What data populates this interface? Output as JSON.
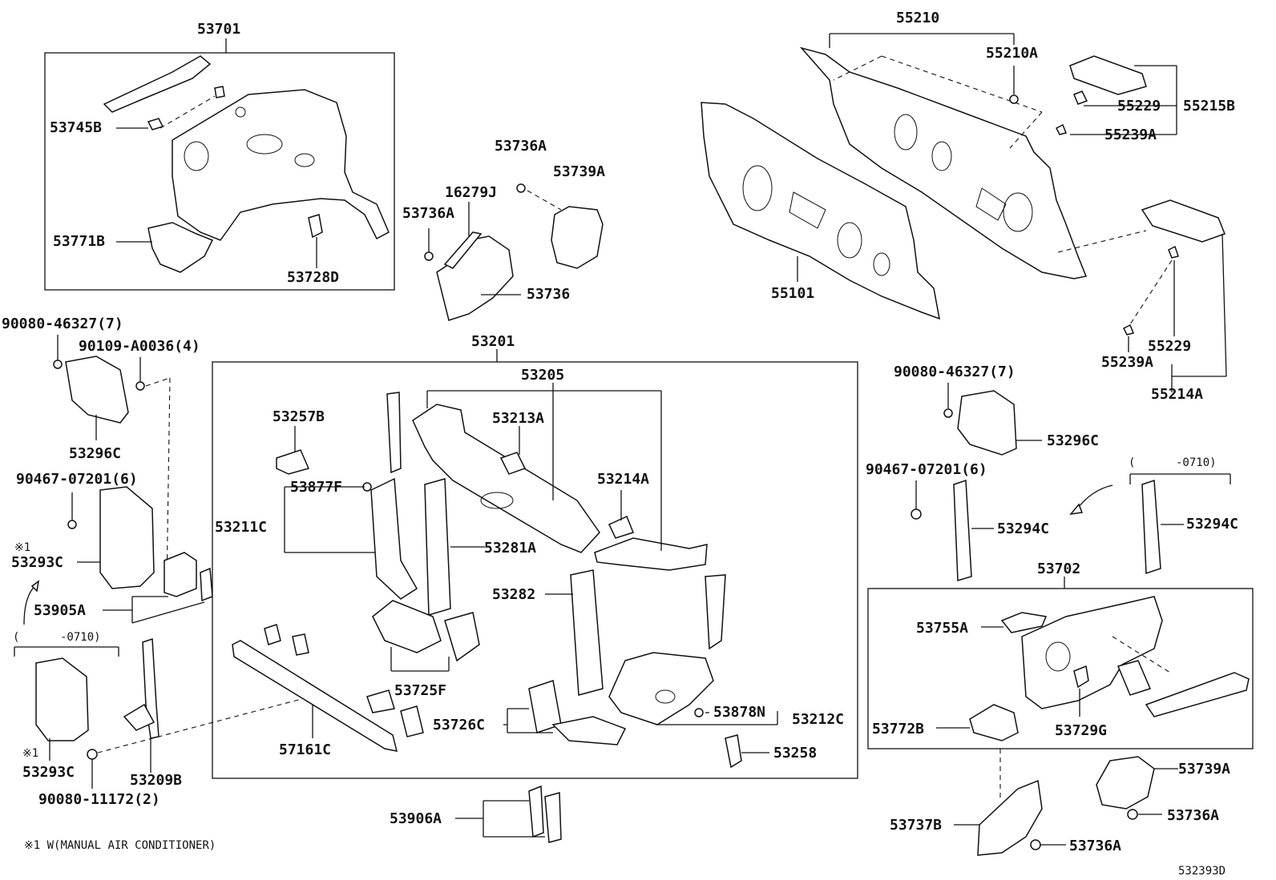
{
  "labels": {
    "p53701": "53701",
    "p53745B": "53745B",
    "p53771B": "53771B",
    "p53728D": "53728D",
    "p53736A_1": "53736A",
    "p16279J": "16279J",
    "p53736A_2": "53736A",
    "p53739A_1": "53739A",
    "p53736": "53736",
    "p55210": "55210",
    "p55210A": "55210A",
    "p55229_1": "55229",
    "p55215B": "55215B",
    "p55239A_1": "55239A",
    "p55101": "55101",
    "p55229_2": "55229",
    "p55239A_2": "55239A",
    "p55214A": "55214A",
    "p90080_46327_L": "90080-46327(7)",
    "p90109_A0036": "90109-A0036(4)",
    "p53296C_L": "53296C",
    "p90467_07201_L": "90467-07201(6)",
    "p53293C_1": "53293C",
    "p53905A": "53905A",
    "p53293C_2": "53293C",
    "p90080_11172": "90080-11172(2)",
    "p53209B": "53209B",
    "p53201": "53201",
    "p53205": "53205",
    "p53257B": "53257B",
    "p53213A": "53213A",
    "p53877F": "53877F",
    "p53214A": "53214A",
    "p53211C": "53211C",
    "p53281A": "53281A",
    "p53282": "53282",
    "p53725F": "53725F",
    "p53726C": "53726C",
    "p53878N": "53878N",
    "p53212C": "53212C",
    "p57161C": "57161C",
    "p53258": "53258",
    "p53906A": "53906A",
    "p90080_46327_R": "90080-46327(7)",
    "p53296C_R": "53296C",
    "p90467_07201_R": "90467-07201(6)",
    "p53294C_1": "53294C",
    "p53294C_2": "53294C",
    "p53702": "53702",
    "p53755A": "53755A",
    "p53772B": "53772B",
    "p53729G": "53729G",
    "p53739A_2": "53739A",
    "p53736A_3": "53736A",
    "p53737B": "53737B",
    "p53736A_4": "53736A"
  },
  "notes": {
    "mark1a": "※1",
    "mark1b": "※1",
    "range_left": "(      -0710)",
    "range_right": "(      -0710)",
    "footnote": "※1 W(MANUAL AIR CONDITIONER)",
    "diagram_id": "532393D"
  }
}
